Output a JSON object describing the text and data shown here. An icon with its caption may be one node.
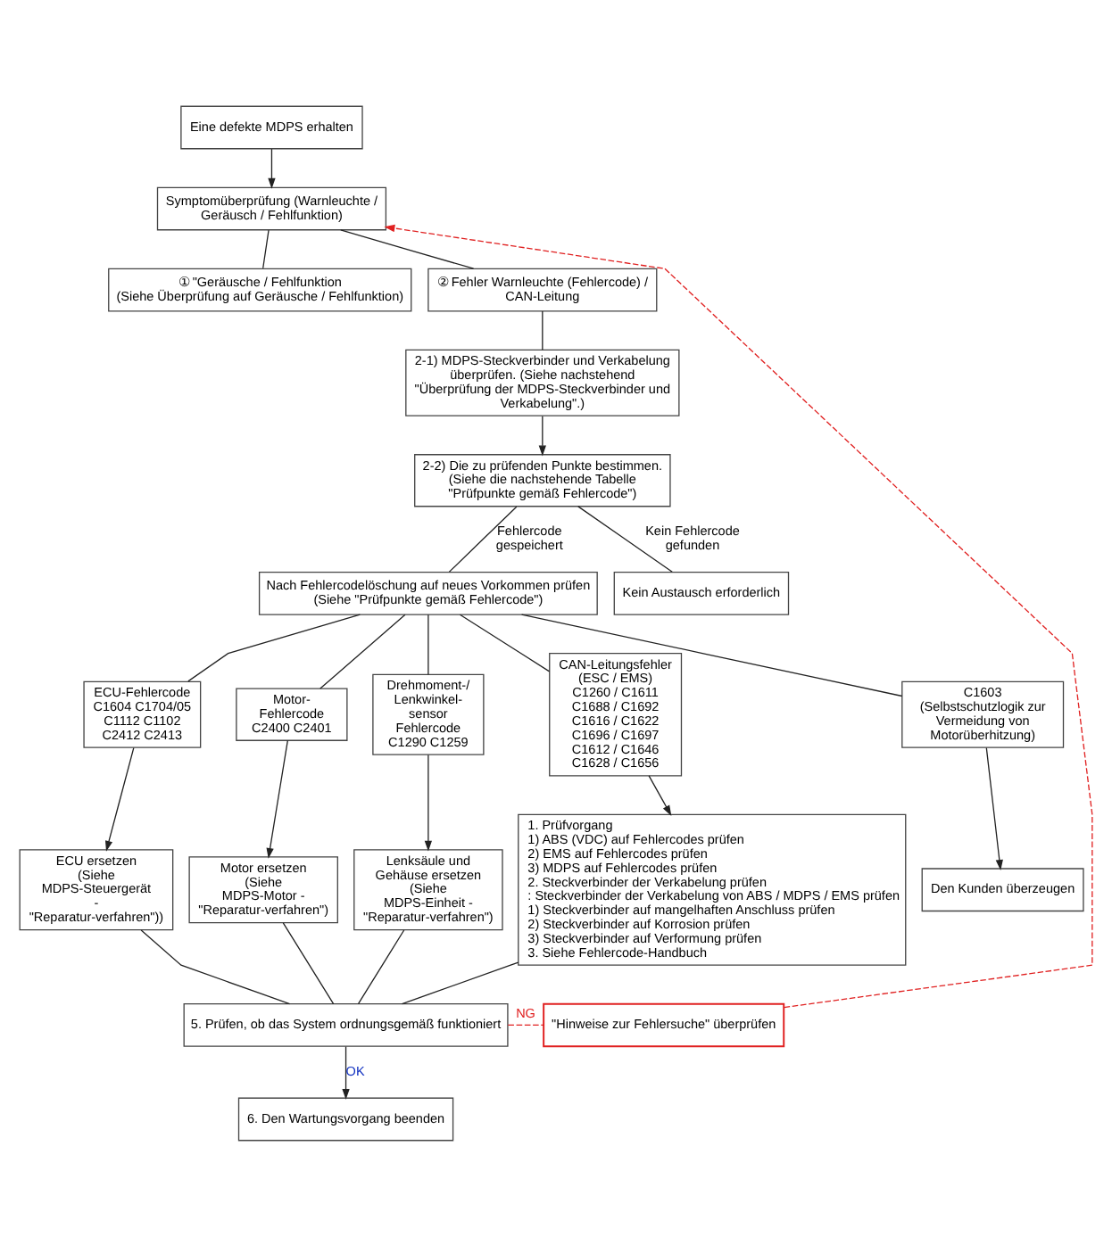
{
  "diagram": {
    "nodes": [
      {
        "text": [
          "Eine defekte MDPS erhalten"
        ]
      },
      {
        "text": [
          "Symptomüberprüfung (Warnleuchte / Geräusch / Fehlfunktion)"
        ]
      },
      {
        "text": [
          "① \"Geräusche / Fehlfunktion",
          "(Siehe Überprüfung auf Geräusche / Fehlfunktion)"
        ]
      },
      {
        "text": [
          "② Fehler Warnleuchte (Fehlercode) / CAN-Leitung"
        ]
      },
      {
        "text": [
          "2-1) MDPS-Steckverbinder und Verkabelung überprüfen. (Siehe nachstehend \"Überprüfung der MDPS-Steckverbinder und Verkabelung\".)"
        ]
      },
      {
        "text": [
          "2-2) Die zu prüfenden Punkte bestimmen. (Siehe die nachstehende Tabelle \"Prüfpunkte gemäß Fehlercode\")"
        ]
      },
      {
        "text": [
          "Nach Fehlercodelöschung auf neues Vorkommen prüfen",
          "(Siehe \"Prüfpunkte gemäß Fehlercode\")"
        ]
      },
      {
        "text": [
          "Kein Austausch erforderlich"
        ]
      },
      {
        "text": [
          "ECU-Fehlercode",
          "C1604 C1704/05 C1112 C1102 C2412 C2413"
        ]
      },
      {
        "text": [
          "Motor- Fehlercode",
          "C2400 C2401"
        ]
      },
      {
        "text": [
          "Drehmoment-/ Lenkwinkel- sensor Fehlercode",
          "C1290 C1259"
        ]
      },
      {
        "text": [
          "CAN-Leitungsfehler (ESC / EMS)",
          "C1260 / C1611 C1688 / C1692 C1616 / C1622 C1696 / C1697 C1612 / C1646 C1628 / C1656"
        ]
      },
      {
        "text": [
          "C1603 (Selbstschutzlogik zur Vermeidung von Motorüberhitzung)"
        ]
      },
      {
        "text": [
          "ECU ersetzen",
          "(Siehe MDPS-Steuergerät - \"Reparatur-verfahren\"))"
        ]
      },
      {
        "text": [
          "Motor ersetzen",
          "(Siehe MDPS-Motor - \"Reparatur-verfahren\")"
        ]
      },
      {
        "text": [
          "Lenksäule und Gehäuse ersetzen",
          "(Siehe MDPS-Einheit - \"Reparatur-verfahren\")"
        ]
      },
      {
        "text": [
          "1. Prüfvorgang",
          "1) ABS (VDC) auf Fehlercodes prüfen",
          "2) EMS auf Fehlercodes prüfen",
          "3) MDPS auf Fehlercodes prüfen",
          "2. Steckverbinder der Verkabelung prüfen",
          ": Steckverbinder der Verkabelung von ABS / MDPS / EMS prüfen",
          "1) Steckverbinder auf mangelhaften Anschluss prüfen",
          "2) Steckverbinder auf Korrosion prüfen",
          "3) Steckverbinder auf Verformung prüfen",
          "3. Siehe Fehlercode-Handbuch"
        ]
      },
      {
        "text": [
          "Den Kunden überzeugen"
        ]
      },
      {
        "text": [
          "5. Prüfen, ob das System ordnungsgemäß funktioniert"
        ]
      },
      {
        "text": [
          "\"Hinweise zur Fehlersuche\" überprüfen"
        ]
      },
      {
        "text": [
          "6. Den Wartungsvorgang beenden"
        ]
      }
    ],
    "edges": [
      {
        "from": 0,
        "to": 1,
        "arrow": "to"
      },
      {
        "from": 1,
        "to": 2,
        "arrow": "none"
      },
      {
        "from": 1,
        "to": 3,
        "arrow": "none"
      },
      {
        "from": 3,
        "to": 4,
        "arrow": "none"
      },
      {
        "from": 4,
        "to": 5,
        "arrow": "to"
      },
      {
        "from": 5,
        "to": 6,
        "arrow": "none",
        "label": "Fehlercode gespeichert"
      },
      {
        "from": 5,
        "to": 7,
        "arrow": "none",
        "label": "Kein Fehlercode gefunden"
      },
      {
        "from": 6,
        "to": 8,
        "arrow": "none"
      },
      {
        "from": 6,
        "to": 9,
        "arrow": "none"
      },
      {
        "from": 6,
        "to": 10,
        "arrow": "none"
      },
      {
        "from": 6,
        "to": 11,
        "arrow": "none"
      },
      {
        "from": 6,
        "to": 12,
        "arrow": "none"
      },
      {
        "from": 8,
        "to": 13,
        "arrow": "to"
      },
      {
        "from": 9,
        "to": 14,
        "arrow": "to"
      },
      {
        "from": 10,
        "to": 15,
        "arrow": "to"
      },
      {
        "from": 11,
        "to": 16,
        "arrow": "to"
      },
      {
        "from": 12,
        "to": 17,
        "arrow": "to"
      },
      {
        "from": 13,
        "to": 18,
        "arrow": "none"
      },
      {
        "from": 14,
        "to": 18,
        "arrow": "none"
      },
      {
        "from": 15,
        "to": 18,
        "arrow": "none"
      },
      {
        "from": 16,
        "to": 18,
        "arrow": "none"
      },
      {
        "from": 18,
        "to": 20,
        "arrow": "to",
        "label": "OK"
      },
      {
        "from": 18,
        "to": 19,
        "arrow": "none",
        "label": "NG",
        "style": "dashed",
        "color": "#e02020"
      },
      {
        "from": 19,
        "to": 1,
        "arrow": "to",
        "style": "dashed",
        "color": "#e02020"
      }
    ]
  }
}
